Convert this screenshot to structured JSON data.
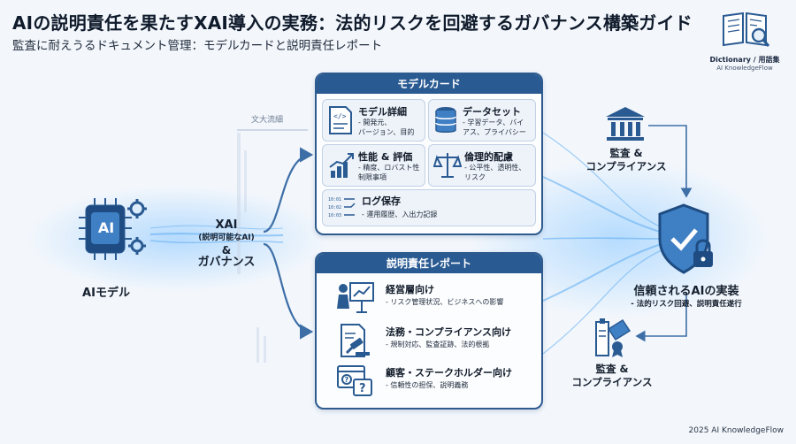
{
  "title": "AIの説明責任を果たすXAI導入の実務：法的リスクを回避するガバナンス構築ガイド",
  "subtitle": "監査に耐えうるドキュメント管理：モデルカードと説明責任レポート",
  "brand": {
    "line1": "Dictionary / 用語集",
    "line2": "AI KnowledgeFlow"
  },
  "ai_model": {
    "label": "AIモデル",
    "chip_text": "AI"
  },
  "xai": {
    "line1": "XAI",
    "line2": "(説明可能なAI)",
    "line3": "&",
    "line4": "ガバナンス"
  },
  "text_stream_label": "文大流細",
  "model_card": {
    "header": "モデルカード",
    "items": [
      {
        "title": "モデル詳細",
        "desc1": "- 開発元、",
        "desc2": "バージョン、目的"
      },
      {
        "title": "データセット",
        "desc1": "- 学習データ、バイ",
        "desc2": "アス、プライバシー"
      },
      {
        "title": "性能 & 評価",
        "desc1": "- 精度、ロバスト性",
        "desc2": "制限事項"
      },
      {
        "title": "倫理的配慮",
        "desc1": "- 公平性、透明性、",
        "desc2": "リスク"
      },
      {
        "title": "ログ保存",
        "desc1": "- 運用履歴、入出力記録",
        "desc2": ""
      }
    ]
  },
  "report": {
    "header": "説明責任レポート",
    "items": [
      {
        "title": "経営層向け",
        "desc": "- リスク管理状況、ビジネスへの影響"
      },
      {
        "title": "法務・コンプライアンス向け",
        "desc": "- 規制対応、監査証跡、法的根拠"
      },
      {
        "title": "顧客・ステークホルダー向け",
        "desc": "- 信頼性の担保、説明義務"
      }
    ]
  },
  "audit_top": {
    "line1": "監査 &",
    "line2": "コンプライアンス"
  },
  "audit_bottom": {
    "line1": "監査 &",
    "line2": "コンプライアンス"
  },
  "trusted": {
    "title": "信頼されるAIの実装",
    "desc": "- 法的リスク回避、説明責任遂行"
  },
  "footer": "2025 AI KnowledgeFlow",
  "colors": {
    "primary": "#2a5a92",
    "panel_border": "#2e5b8f",
    "glow": "#5aa9f0",
    "card_bg": "#eef3fa"
  }
}
